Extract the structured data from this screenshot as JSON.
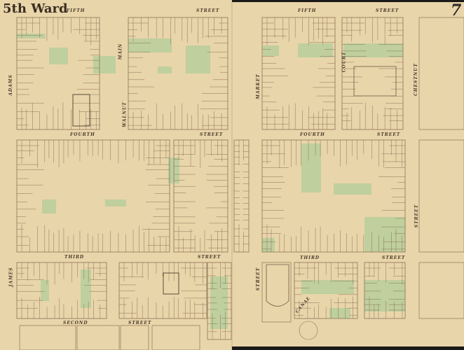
{
  "title": "5th Ward",
  "plate_number": "7",
  "colors": {
    "paper": "#e9d5aa",
    "lines": "#8a7458",
    "green_lots": "#bfcf9e",
    "border": "#1c1a18"
  },
  "streets": {
    "fifth_left": "FIFTH",
    "fifth_street": "STREET",
    "fifth_right": "FIFTH",
    "fifth_right_street": "STREET",
    "fourth_left": "FOURTH",
    "fourth_street": "STREET",
    "fourth_right": "FOURTH",
    "fourth_right_street": "STREET",
    "third_left": "THIRD",
    "third_street": "STREET",
    "third_right": "THIRD",
    "third_right_street": "STREET",
    "second_left": "SECOND",
    "second_street": "STREET",
    "west_street": "ADAMS",
    "west_lower": "JAMES",
    "mid_street_1": "MAIN",
    "mid_street_2": "WALNUT",
    "mid_street_3": "MARKET",
    "right_street_1": "COURT",
    "right_street_2": "CHESTNUT",
    "right_street_3": "STREET",
    "lower_street": "STREET",
    "diagonal": "CANAL"
  }
}
